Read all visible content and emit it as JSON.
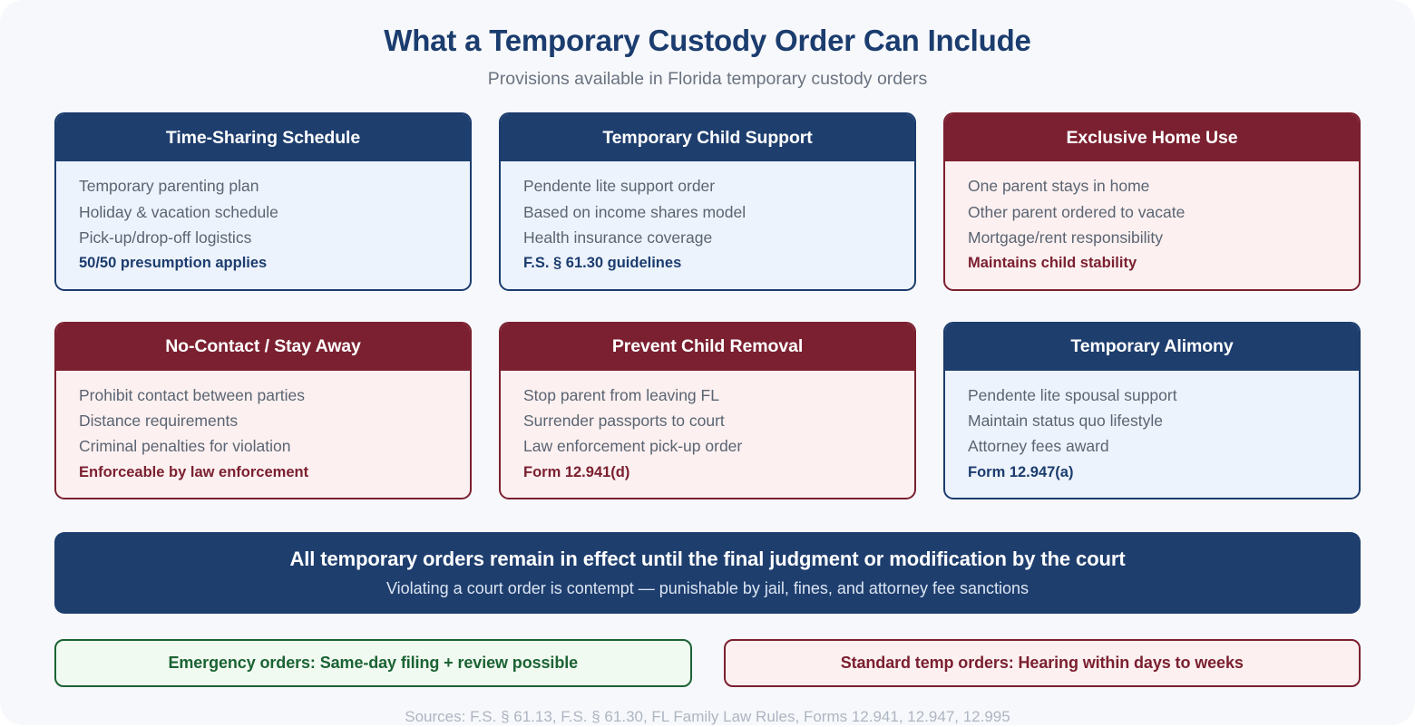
{
  "header": {
    "title": "What a Temporary Custody Order Can Include",
    "subtitle": "Provisions available in Florida temporary custody orders"
  },
  "colors": {
    "navy": "#1E3E6E",
    "navy_text": "#1B3C6E",
    "navy_body_bg": "#EDF3FC",
    "red": "#7B2030",
    "red_body_bg": "#FCF0F0",
    "green": "#1B6334",
    "green_bg": "#F1FAF1",
    "page_bg": "#F7F8FB",
    "body_text": "#5A6472",
    "subtitle_text": "#6A7380",
    "sources_text": "#AEB5C2"
  },
  "cards": [
    {
      "title": "Time-Sharing Schedule",
      "theme": "navy",
      "lines": [
        "Temporary parenting plan",
        "Holiday & vacation schedule",
        "Pick-up/drop-off logistics"
      ],
      "accent": "50/50 presumption applies"
    },
    {
      "title": "Temporary Child Support",
      "theme": "navy",
      "lines": [
        "Pendente lite support order",
        "Based on income shares model",
        "Health insurance coverage"
      ],
      "accent": "F.S. § 61.30 guidelines"
    },
    {
      "title": "Exclusive Home Use",
      "theme": "red",
      "lines": [
        "One parent stays in home",
        "Other parent ordered to vacate",
        "Mortgage/rent responsibility"
      ],
      "accent": "Maintains child stability"
    },
    {
      "title": "No-Contact / Stay Away",
      "theme": "red",
      "lines": [
        "Prohibit contact between parties",
        "Distance requirements",
        "Criminal penalties for violation"
      ],
      "accent": "Enforceable by law enforcement"
    },
    {
      "title": "Prevent Child Removal",
      "theme": "red",
      "lines": [
        "Stop parent from leaving FL",
        "Surrender passports to court",
        "Law enforcement pick-up order"
      ],
      "accent": "Form 12.941(d)"
    },
    {
      "title": "Temporary Alimony",
      "theme": "navy",
      "lines": [
        "Pendente lite spousal support",
        "Maintain status quo lifestyle",
        "Attorney fees award"
      ],
      "accent": "Form 12.947(a)"
    }
  ],
  "banner": {
    "main": "All temporary orders remain in effect until the final judgment or modification by the court",
    "sub": "Violating a court order is contempt — punishable by jail, fines, and attorney fee sanctions"
  },
  "pills": [
    {
      "label": "Emergency orders: Same-day filing + review possible",
      "theme": "green"
    },
    {
      "label": "Standard temp orders: Hearing within days to weeks",
      "theme": "rose"
    }
  ],
  "sources": "Sources: F.S. § 61.13, F.S. § 61.30, FL Family Law Rules, Forms 12.941, 12.947, 12.995"
}
